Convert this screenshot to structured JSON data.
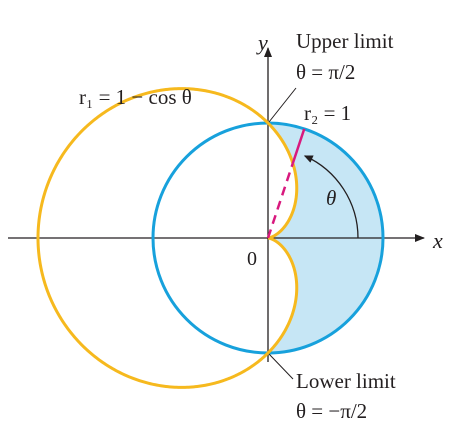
{
  "colors": {
    "cardioid": "#f6b91e",
    "circle": "#17a1dc",
    "region_fill": "#c6e6f5",
    "radius_line": "#d8197e",
    "axes": "#231f20"
  },
  "axes": {
    "x_label": "x",
    "y_label": "y",
    "origin_label": "0"
  },
  "curves": {
    "cardioid_label": "r₁ = 1 − cos θ",
    "circle_label": "r₂ = 1"
  },
  "angle": {
    "label": "θ"
  },
  "limits": {
    "upper_title": "Upper limit",
    "upper_value": "θ = π/2",
    "lower_title": "Lower limit",
    "lower_value": "θ = −π/2"
  }
}
